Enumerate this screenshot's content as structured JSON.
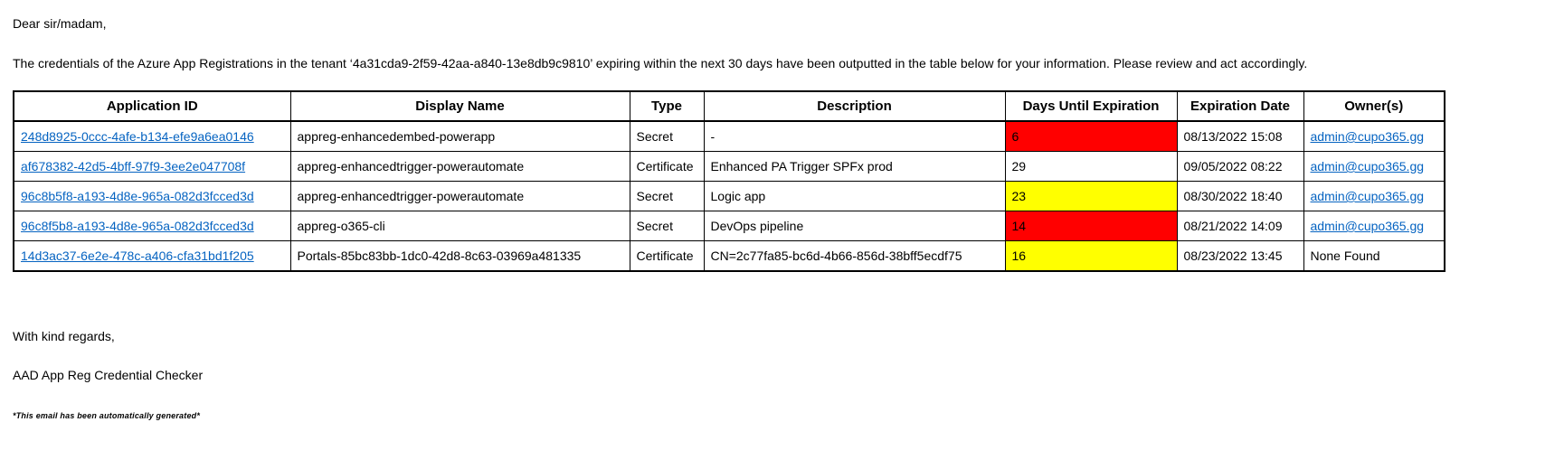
{
  "email": {
    "greeting": "Dear sir/madam,",
    "intro": "The credentials of the Azure App Registrations in the tenant ‘4a31cda9-2f59-42aa-a840-13e8db9c9810’ expiring within the next 30 days have been outputted in the table below for your information. Please review and act accordingly.",
    "closing": "With kind regards,",
    "signature": "AAD App Reg Credential Checker",
    "footnote": "*This email has been automatically generated*"
  },
  "colors": {
    "link": "#0563C1",
    "danger": "#FF0000",
    "warning": "#FFFF00",
    "border": "#000000"
  },
  "table": {
    "headers": [
      "Application ID",
      "Display Name",
      "Type",
      "Description",
      "Days Until Expiration",
      "Expiration Date",
      "Owner(s)"
    ],
    "rows": [
      {
        "application_id": "248d8925-0ccc-4afe-b134-efe9a6ea0146",
        "display_name": "appreg-enhancedembed-powerapp",
        "type": "Secret",
        "description": "-",
        "days_until_expiration": "6",
        "days_highlight": "red",
        "expiration_date": "08/13/2022 15:08",
        "owner": "admin@cupo365.gg",
        "owner_is_link": true
      },
      {
        "application_id": "af678382-42d5-4bff-97f9-3ee2e047708f",
        "display_name": "appreg-enhancedtrigger-powerautomate",
        "type": "Certificate",
        "description": "Enhanced PA Trigger SPFx prod",
        "days_until_expiration": "29",
        "days_highlight": "none",
        "expiration_date": "09/05/2022 08:22",
        "owner": "admin@cupo365.gg",
        "owner_is_link": true
      },
      {
        "application_id": "96c8b5f8-a193-4d8e-965a-082d3fcced3d",
        "display_name": "appreg-enhancedtrigger-powerautomate",
        "type": "Secret",
        "description": "Logic app",
        "days_until_expiration": "23",
        "days_highlight": "yellow",
        "expiration_date": "08/30/2022 18:40",
        "owner": "admin@cupo365.gg",
        "owner_is_link": true
      },
      {
        "application_id": "96c8f5b8-a193-4d8e-965a-082d3fcced3d",
        "display_name": "appreg-o365-cli",
        "type": "Secret",
        "description": "DevOps pipeline",
        "days_until_expiration": "14",
        "days_highlight": "red",
        "expiration_date": "08/21/2022 14:09",
        "owner": "admin@cupo365.gg",
        "owner_is_link": true
      },
      {
        "application_id": "14d3ac37-6e2e-478c-a406-cfa31bd1f205",
        "display_name": "Portals-85bc83bb-1dc0-42d8-8c63-03969a481335",
        "type": "Certificate",
        "description": "CN=2c77fa85-bc6d-4b66-856d-38bff5ecdf75",
        "days_until_expiration": "16",
        "days_highlight": "yellow",
        "expiration_date": "08/23/2022 13:45",
        "owner": "None Found",
        "owner_is_link": false
      }
    ]
  }
}
